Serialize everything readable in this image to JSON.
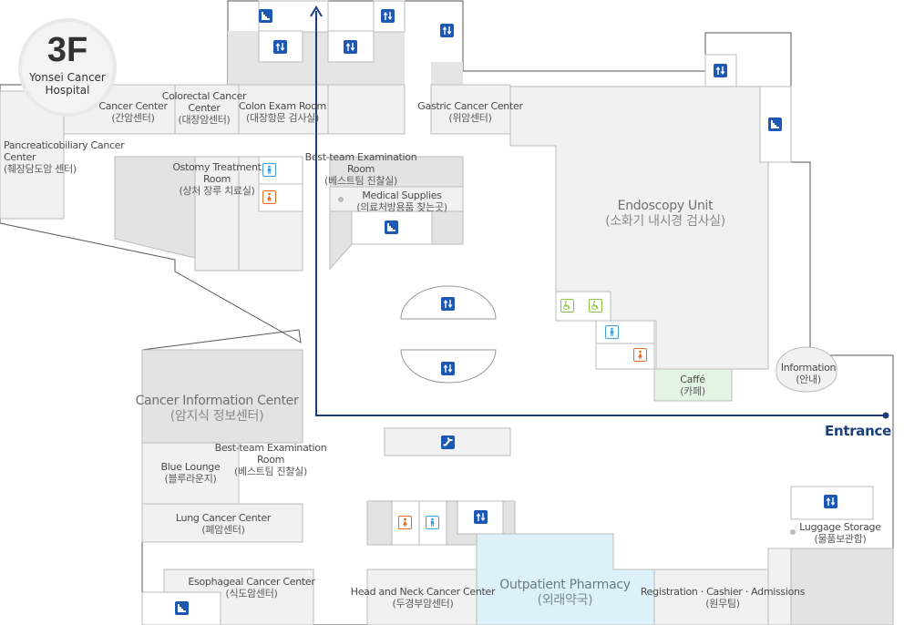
{
  "floor_badge": {
    "floor": "3F",
    "hospital": "Yonsei Cancer Hospital"
  },
  "entrance": "Entrance",
  "rooms": {
    "liver": {
      "en": "Cancer Center",
      "ko": "(간암센터)"
    },
    "colorectal": {
      "en": "Colorectal Cancer Center",
      "ko": "(대장암센터)"
    },
    "colon_exam": {
      "en": "Colon Exam Room",
      "ko": "(대장항문 검사실)"
    },
    "gastric": {
      "en": "Gastric Cancer Center",
      "ko": "(위암센터)"
    },
    "pancreatic": {
      "en": "Pancreaticobiliary Cancer Center",
      "ko": "(췌장담도암 센터)"
    },
    "ostomy": {
      "en": "Ostomy Treatment Room",
      "ko": "(상처 장루 치료실)"
    },
    "best_team_1": {
      "en": "Best-team Examination Room",
      "ko": "(베스트팀 진찰실)"
    },
    "medical_supplies": {
      "en": "Medical Supplies",
      "ko": "(의료처방용품 찾는곳)"
    },
    "endoscopy": {
      "en": "Endoscopy Unit",
      "ko": "(소화기 내시경 검사실)"
    },
    "information": {
      "en": "Information",
      "ko": "(안내)"
    },
    "caffe": {
      "en": "Caffé",
      "ko": "(카페)"
    },
    "cancer_info": {
      "en": "Cancer Information Center",
      "ko": "(암지식 정보센터)"
    },
    "blue_lounge": {
      "en": "Blue Lounge",
      "ko": "(블루라운지)"
    },
    "best_team_2": {
      "en": "Best-team Examination Room",
      "ko": "(베스트팀 진찰실)"
    },
    "lung": {
      "en": "Lung Cancer Center",
      "ko": "(폐암센터)"
    },
    "esophageal": {
      "en": "Esophageal Cancer Center",
      "ko": "(식도암센터)"
    },
    "head_neck": {
      "en": "Head and Neck Cancer Center",
      "ko": "(두경부암센터)"
    },
    "pharmacy": {
      "en": "Outpatient Pharmacy",
      "ko": "(외래약국)"
    },
    "registration": {
      "en": "Registration · Cashier · Admissions",
      "ko": "(원무팀)"
    },
    "luggage": {
      "en": "Luggage Storage",
      "ko": "(물품보관함)"
    }
  },
  "icons": [
    {
      "name": "stairs-icon",
      "kind": "stairs"
    },
    {
      "name": "elevator-icon",
      "kind": "elevator"
    },
    {
      "name": "restroom-male-icon",
      "kind": "male"
    },
    {
      "name": "restroom-female-icon",
      "kind": "female"
    },
    {
      "name": "accessible-restroom-icon",
      "kind": "accessible"
    },
    {
      "name": "escalator-icon",
      "kind": "escalator"
    }
  ],
  "colors": {
    "wall": "#555555",
    "room_fill": "#f1f1f2",
    "room_shade": "#e3e3e4",
    "pharmacy_fill": "#ddf1fb",
    "caffe_fill": "#e4f4e4",
    "route": "#1a3f7a",
    "icon_blue": "#1d58b3"
  }
}
